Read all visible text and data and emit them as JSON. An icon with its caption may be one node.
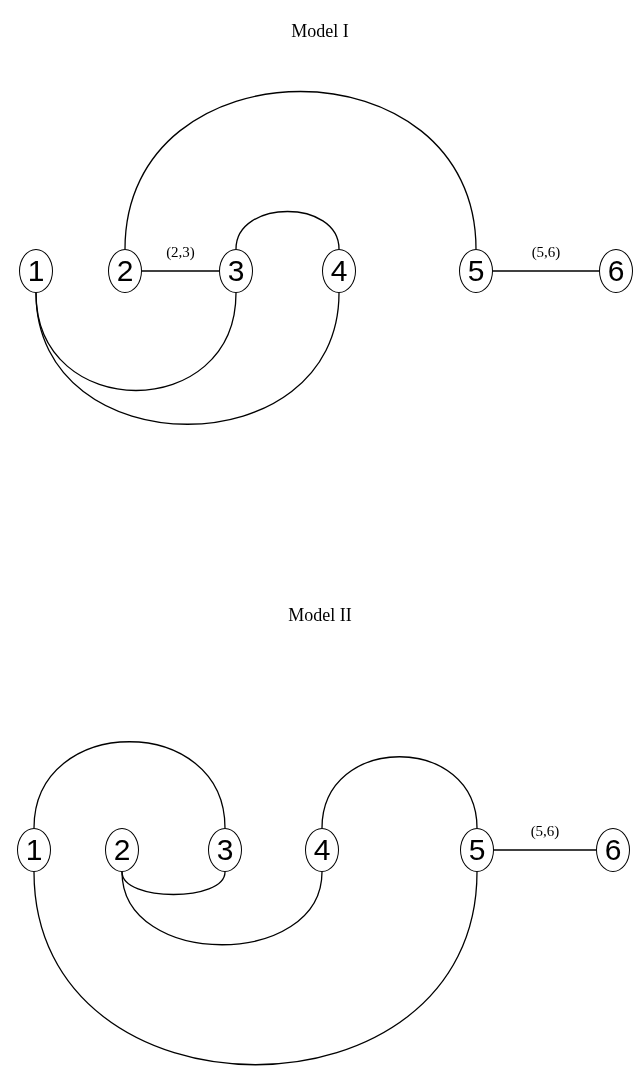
{
  "diagram": {
    "nodes": [
      {
        "text": [
          "1"
        ]
      },
      {
        "text": [
          "2"
        ]
      },
      {
        "text": [
          "3"
        ]
      },
      {
        "text": [
          "4"
        ]
      },
      {
        "text": [
          "5"
        ]
      },
      {
        "text": [
          "6"
        ]
      },
      {
        "text": [
          "1"
        ]
      },
      {
        "text": [
          "2"
        ]
      },
      {
        "text": [
          "3"
        ]
      },
      {
        "text": [
          "4"
        ]
      },
      {
        "text": [
          "5"
        ]
      },
      {
        "text": [
          "6"
        ]
      }
    ],
    "edges": [
      {
        "from": 1,
        "to": 4,
        "arrow": "none"
      },
      {
        "from": 1,
        "to": 2,
        "arrow": "none",
        "label": "(2,3)"
      },
      {
        "from": 2,
        "to": 3,
        "arrow": "none"
      },
      {
        "from": 4,
        "to": 5,
        "arrow": "none",
        "label": "(5,6)"
      },
      {
        "from": 0,
        "to": 2,
        "arrow": "none"
      },
      {
        "from": 0,
        "to": 3,
        "arrow": "none"
      },
      {
        "from": 6,
        "to": 8,
        "arrow": "none"
      },
      {
        "from": 9,
        "to": 10,
        "arrow": "none"
      },
      {
        "from": 10,
        "to": 11,
        "arrow": "none",
        "label": "(5,6)"
      },
      {
        "from": 7,
        "to": 8,
        "arrow": "none"
      },
      {
        "from": 7,
        "to": 9,
        "arrow": "none"
      },
      {
        "from": 6,
        "to": 10,
        "arrow": "none"
      }
    ],
    "labels": [
      "Model I",
      "Model II"
    ]
  }
}
